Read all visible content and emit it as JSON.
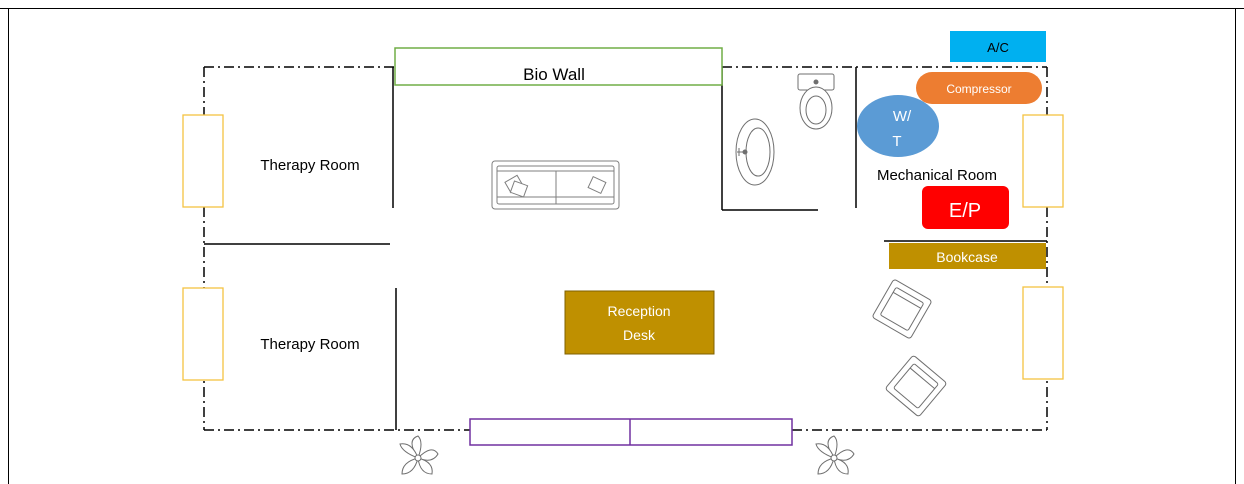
{
  "labels": {
    "bio_wall": "Bio Wall",
    "therapy_room_top": "Therapy Room",
    "therapy_room_bottom": "Therapy Room",
    "mechanical_room": "Mechanical Room",
    "ac": "A/C",
    "compressor": "Compressor",
    "wt_line1": "W/",
    "wt_line2": "T",
    "ep": "E/P",
    "bookcase": "Bookcase",
    "reception_line1": "Reception",
    "reception_line2": "Desk"
  },
  "colors": {
    "wall": "#000000",
    "bio_wall": "#70ad47",
    "window": "#f5c242",
    "ac": "#00b0f0",
    "compressor": "#ed7d31",
    "water_tank": "#5b9bd5",
    "electrical_panel": "#ff0000",
    "wood": "#bf9000",
    "entrance": "#7030a0",
    "furniture_line": "#6f6f6f"
  }
}
